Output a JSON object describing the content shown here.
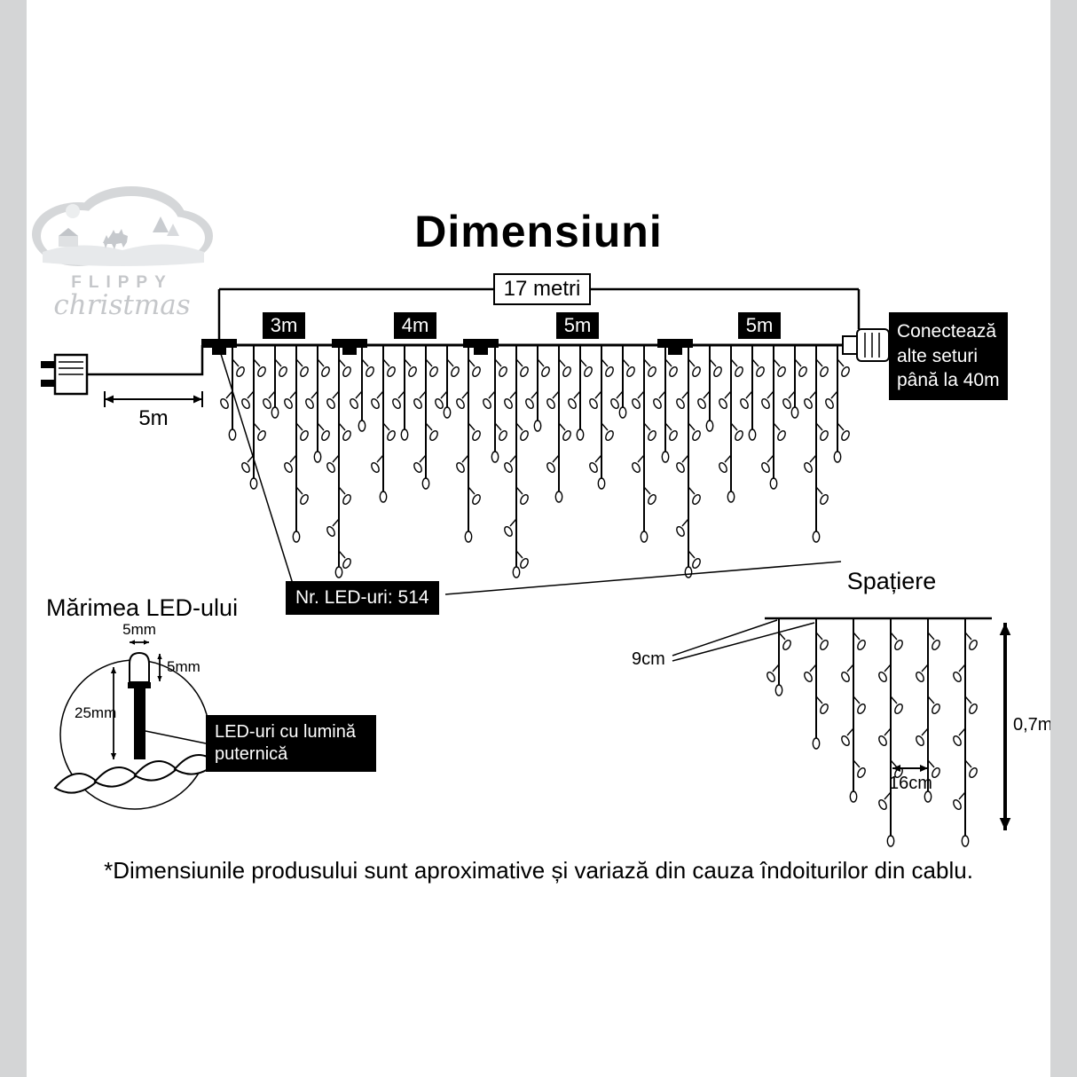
{
  "page": {
    "title": "Dimensiuni",
    "footnote": "*Dimensiunile produsului sunt aproximative și variază din cauza îndoiturilor din cablu."
  },
  "logo": {
    "brand_top": "FLIPPY",
    "brand_script": "christmas"
  },
  "diagram": {
    "total_length_label": "17 metri",
    "segment_labels": [
      "3m",
      "4m",
      "5m",
      "5m"
    ],
    "lead_length_label": "5m",
    "connector_note": "Conectează alte seturi până la 40m",
    "led_count_label": "Nr. LED-uri: 514"
  },
  "led_detail": {
    "title": "Mărimea LED-ului",
    "cap_width": "5mm",
    "cap_height": "5mm",
    "body_length": "25mm",
    "note": "LED-uri cu lumină puternică"
  },
  "spacing_detail": {
    "title": "Spațiere",
    "top_gap": "9cm",
    "bulb_gap": "16cm",
    "drop_height": "0,7m"
  },
  "colors": {
    "ink": "#000000",
    "background": "#ffffff",
    "side_strip": "#d4d5d6",
    "logo_gray": "#c5c7ca"
  }
}
